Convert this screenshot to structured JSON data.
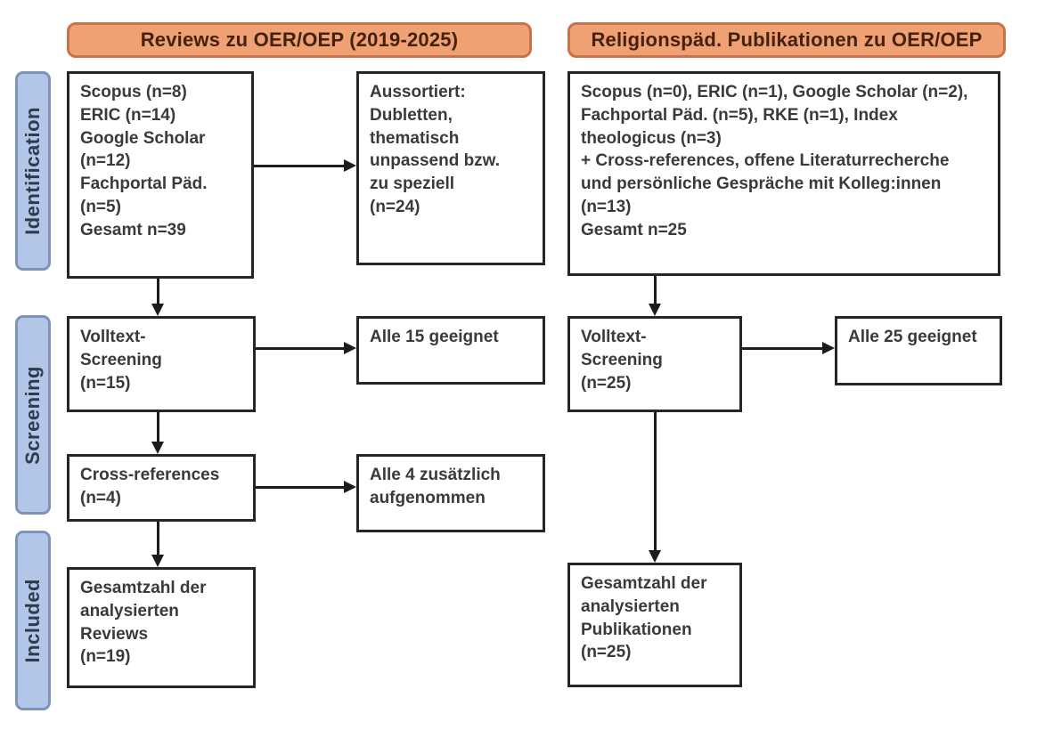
{
  "headers": {
    "reviews": "Reviews zu OER/OEP (2019-2025)",
    "religionspaed": "Religionspäd. Publikationen zu OER/OEP"
  },
  "stages": {
    "identification": "Identification",
    "screening": "Screening",
    "included": "Included"
  },
  "left_flow": {
    "sources": "Scopus (n=8)\nERIC (n=14)\nGoogle Scholar\n(n=12)\nFachportal Päd.\n(n=5)\nGesamt n=39",
    "excluded": "Aussortiert:\nDubletten,\nthematisch\nunpassend bzw.\nzu speziell\n(n=24)",
    "fulltext_screening": "Volltext-\nScreening\n(n=15)",
    "fulltext_result": "Alle 15 geeignet",
    "cross_references": "Cross-references\n(n=4)",
    "cross_references_result": "Alle 4 zusätzlich\naufgenommen",
    "included_total": "Gesamtzahl der\nanalysierten\nReviews\n(n=19)"
  },
  "right_flow": {
    "sources": "Scopus (n=0), ERIC (n=1), Google Scholar (n=2),\nFachportal Päd. (n=5), RKE (n=1), Index\ntheologicus (n=3)\n+ Cross-references, offene Literaturrecherche\nund persönliche Gespräche mit Kolleg:innen\n(n=13)\nGesamt n=25",
    "fulltext_screening": "Volltext-\nScreening\n(n=25)",
    "fulltext_result": "Alle 25 geeignet",
    "included_total": "Gesamtzahl der\nanalysierten\nPublikationen\n(n=25)"
  },
  "colors": {
    "header_fill": "#f0a173",
    "header_border": "#c9714a",
    "header_text": "#44220f",
    "stage_fill": "#b2c7e7",
    "stage_border": "#7d94b8",
    "stage_text": "#2e3b4e",
    "box_border": "#262626",
    "box_text": "#3a3a3a",
    "arrow": "#1c1c1c",
    "background": "#ffffff"
  }
}
